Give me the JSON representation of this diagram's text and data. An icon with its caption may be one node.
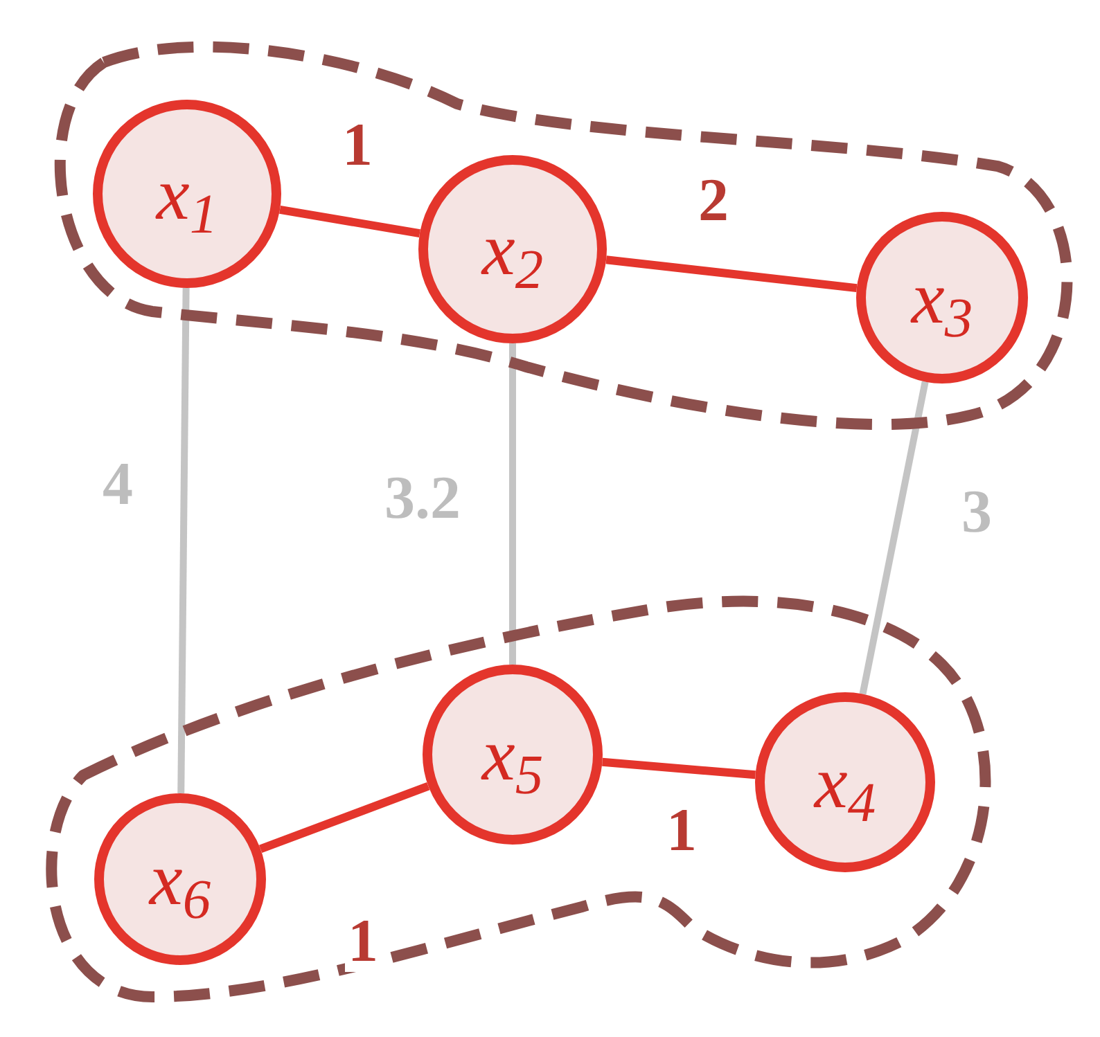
{
  "diagram": {
    "nodes": [
      {
        "text": [],
        "shape": "region"
      },
      {
        "text": [
          "x$_{1}$"
        ],
        "in": 0
      },
      {
        "text": [
          "x$_{2}$"
        ],
        "in": 0
      },
      {
        "text": [
          "x$_{3}$"
        ],
        "in": 0
      },
      {
        "text": [],
        "shape": "region"
      },
      {
        "text": [
          "x$_{6}$"
        ],
        "in": 4
      },
      {
        "text": [
          "x$_{5}$"
        ],
        "in": 4
      },
      {
        "text": [
          "x$_{4}$"
        ],
        "in": 4
      }
    ],
    "edges": [
      {
        "from": 1,
        "to": 2,
        "arrow": "none",
        "label": "1"
      },
      {
        "from": 2,
        "to": 3,
        "arrow": "none",
        "label": "2"
      },
      {
        "from": 1,
        "to": 5,
        "arrow": "none",
        "label": "4",
        "color": "#c4c4c4"
      },
      {
        "from": 2,
        "to": 6,
        "arrow": "none",
        "label": "3.2",
        "color": "#c4c4c4"
      },
      {
        "from": 3,
        "to": 7,
        "arrow": "none",
        "label": "3",
        "color": "#c4c4c4"
      },
      {
        "from": 5,
        "to": 6,
        "arrow": "none",
        "label": "1"
      },
      {
        "from": 6,
        "to": 7,
        "arrow": "none",
        "label": "1"
      }
    ]
  }
}
